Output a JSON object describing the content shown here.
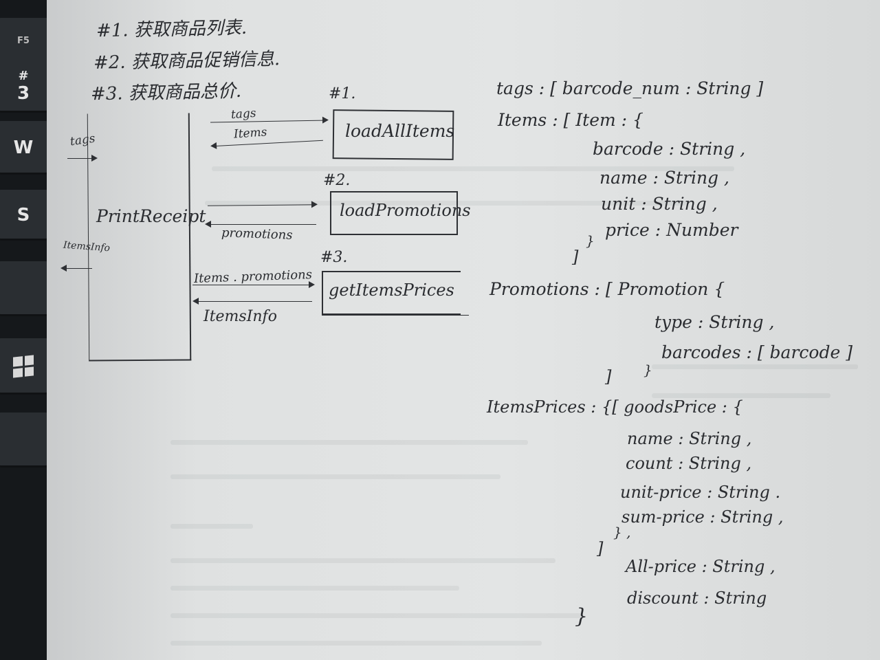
{
  "keyboard": {
    "keys": [
      "F5",
      "#",
      "3",
      "W",
      "S"
    ]
  },
  "notes": {
    "steps": [
      "#1. 获取商品列表.",
      "#2. 获取商品促销信息.",
      "#3. 获取商品总价."
    ]
  },
  "diagram": {
    "main_box": "PrintReceipt",
    "input_tags": "tags",
    "output_info": "ItemsInfo",
    "blocks": [
      {
        "num": "#1.",
        "name": "loadAllItems",
        "arrow_in": "tags",
        "arrow_out": "Items"
      },
      {
        "num": "#2.",
        "name": "loadPromotions",
        "arrow_in": "",
        "arrow_out": "promotions"
      },
      {
        "num": "#3.",
        "name": "getItemsPrices",
        "arrow_in": "Items . promotions",
        "arrow_out": "ItemsInfo"
      }
    ]
  },
  "schema": {
    "lines": [
      "tags : [ barcode_num : String ]",
      "Items : [ Item : {",
      "barcode : String ,",
      "name : String ,",
      "unit : String ,",
      "price : Number",
      "}",
      "]",
      "Promotions : [ Promotion {",
      "type : String ,",
      "barcodes : [ barcode ]",
      "}",
      "]",
      "ItemsPrices : {[ goodsPrice : {",
      "name : String ,",
      "count : String ,",
      "unit-price : String .",
      "sum-price : String ,",
      "} ,",
      "]",
      "All-price : String ,",
      "discount : String",
      "}"
    ]
  }
}
